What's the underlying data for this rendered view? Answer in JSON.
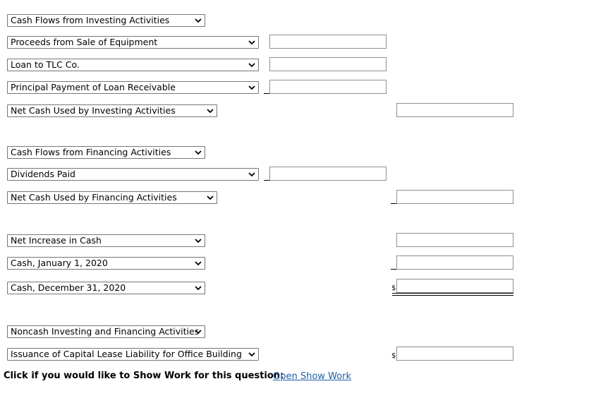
{
  "investing": {
    "header": "Cash Flows from Investing Activities",
    "rows": [
      {
        "label": "Proceeds from Sale of Equipment",
        "value": ""
      },
      {
        "label": "Loan to TLC Co.",
        "value": ""
      },
      {
        "label": "Principal Payment of Loan Receivable",
        "value": ""
      }
    ],
    "net_label": "Net Cash Used by Investing Activities",
    "net_value": ""
  },
  "financing": {
    "header": "Cash Flows from Financing Activities",
    "rows": [
      {
        "label": "Dividends Paid",
        "value": ""
      }
    ],
    "net_label": "Net Cash Used by Financing Activities",
    "net_value": ""
  },
  "summary": {
    "net_increase_label": "Net Increase in Cash",
    "net_increase_value": "",
    "cash_begin_label": "Cash, January 1, 2020",
    "cash_begin_value": "",
    "cash_end_label": "Cash, December 31, 2020",
    "cash_end_value": "",
    "currency_symbol": "$"
  },
  "noncash": {
    "header": "Noncash Investing and Financing Activities",
    "item_label": "Issuance of Capital Lease Liability for Office Building",
    "item_value": "",
    "currency_symbol": "$"
  },
  "footer": {
    "prompt": "Click if you would like to Show Work for this question:",
    "link_text": "Open Show Work"
  },
  "icons": {
    "dropdown": "chevron-down-icon"
  }
}
